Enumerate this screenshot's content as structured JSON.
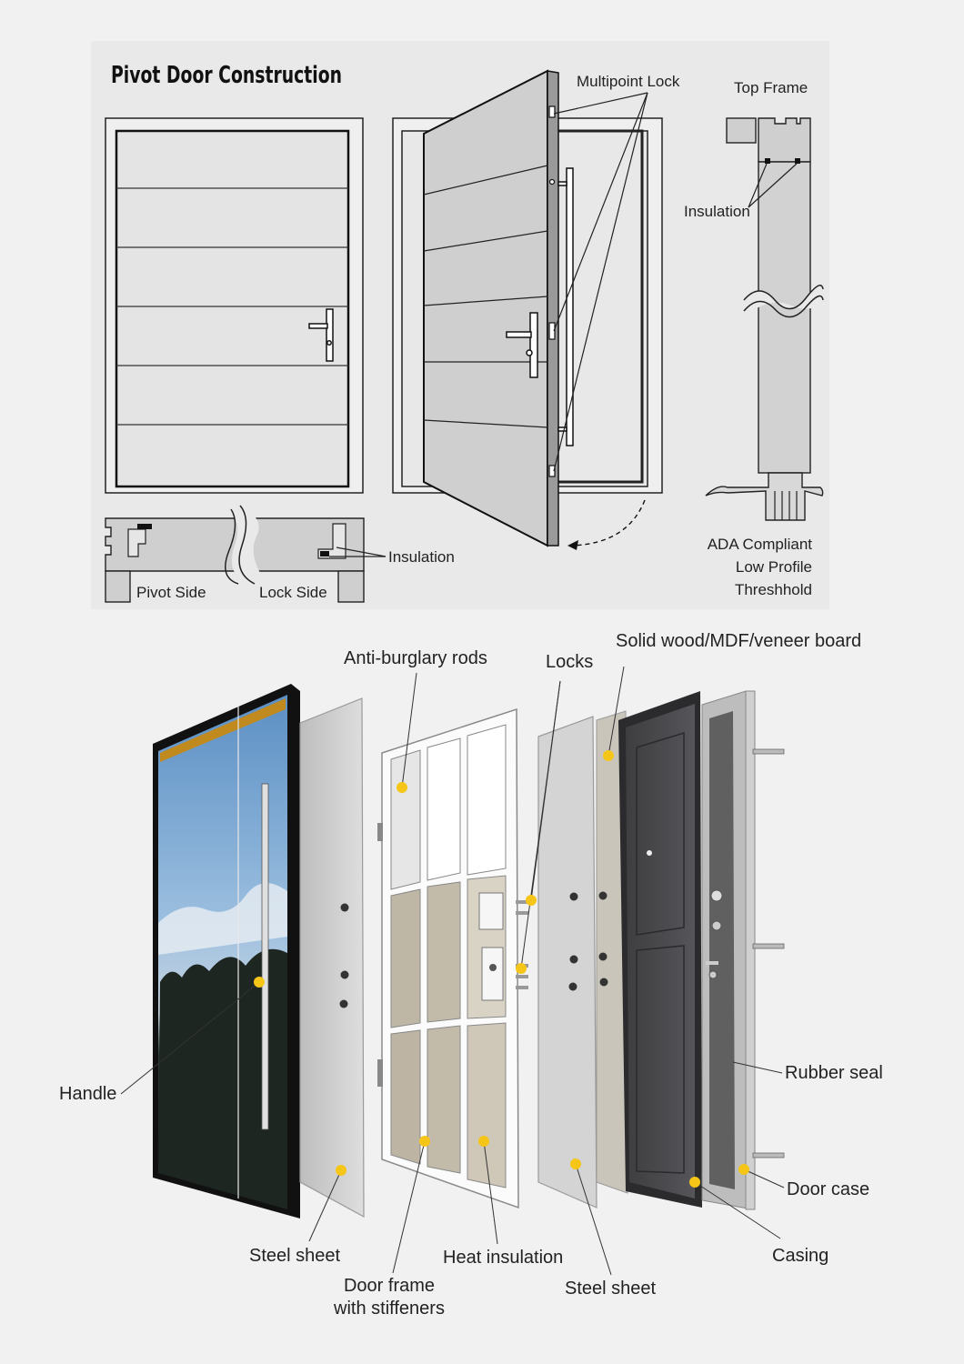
{
  "top": {
    "title": "Pivot Door Construction",
    "labels": {
      "multipoint_lock": "Multipoint Lock",
      "top_frame": "Top Frame",
      "insulation_right": "Insulation",
      "insulation_bottom": "Insulation",
      "pivot_side": "Pivot Side",
      "lock_side": "Lock Side",
      "ada_line1": "ADA Compliant",
      "ada_line2": "Low Profile",
      "ada_line3": "Threshhold"
    }
  },
  "bottom": {
    "labels": {
      "anti_burglary_rods": "Anti-burglary rods",
      "locks": "Locks",
      "solid_wood": "Solid wood/MDF/veneer board",
      "handle": "Handle",
      "rubber_seal": "Rubber seal",
      "door_case": "Door case",
      "casing": "Casing",
      "steel_sheet_left": "Steel sheet",
      "heat_insulation": "Heat insulation",
      "door_frame_line1": "Door frame",
      "door_frame_line2": "with stiffeners",
      "steel_sheet_right": "Steel sheet"
    }
  },
  "colors": {
    "dot": "#f5c518",
    "panel_gray": "#cfcfcf",
    "line": "#222222"
  }
}
